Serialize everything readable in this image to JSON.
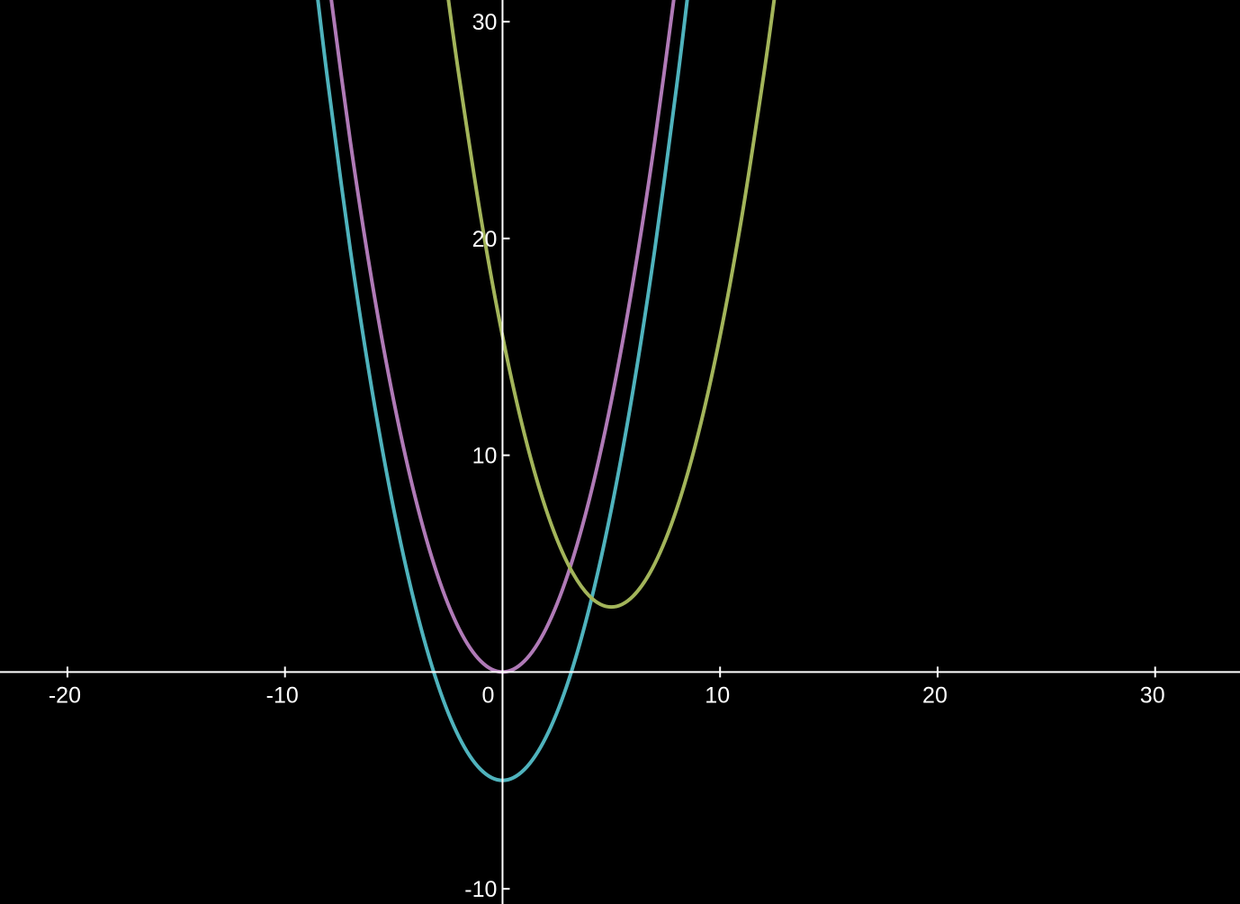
{
  "chart_data": {
    "type": "line",
    "title": "",
    "xlabel": "",
    "ylabel": "",
    "background": "#000000",
    "axis_color": "#ffffff",
    "grid": false,
    "legend": "none",
    "xlim": [
      -23.1,
      33.9
    ],
    "ylim": [
      -10.7,
      31.0
    ],
    "x_ticks": [
      {
        "value": -20,
        "label": "-20"
      },
      {
        "value": -10,
        "label": "-10"
      },
      {
        "value": 0,
        "label": "0"
      },
      {
        "value": 10,
        "label": "10"
      },
      {
        "value": 20,
        "label": "20"
      },
      {
        "value": 30,
        "label": "30"
      }
    ],
    "y_ticks": [
      {
        "value": -10,
        "label": "-10"
      },
      {
        "value": 10,
        "label": "10"
      },
      {
        "value": 20,
        "label": "20"
      },
      {
        "value": 30,
        "label": "30"
      }
    ],
    "series": [
      {
        "color": "#4fb3bd",
        "x": [
          -8.5,
          -8,
          -7,
          -6,
          -5,
          -4,
          -3,
          -2,
          -1,
          0,
          1,
          2,
          3,
          4,
          5,
          6,
          7,
          8,
          8.5
        ],
        "y": [
          31.1,
          27,
          19.5,
          13,
          7.5,
          3,
          -0.5,
          -3,
          -4.5,
          -5,
          -4.5,
          -3,
          -0.5,
          3,
          7.5,
          13,
          19.5,
          27,
          31.1
        ]
      },
      {
        "color": "#b07ab7",
        "x": [
          -8,
          -7,
          -6,
          -5,
          -4,
          -3,
          -2,
          -1,
          0,
          1,
          2,
          3,
          4,
          5,
          6,
          7,
          8
        ],
        "y": [
          32,
          24.5,
          18,
          12.5,
          8,
          4.5,
          2,
          0.5,
          0,
          0.5,
          2,
          4.5,
          8,
          12.5,
          18,
          24.5,
          32
        ]
      },
      {
        "color": "#a3b55a",
        "x": [
          -2.5,
          -2,
          -1,
          0,
          1,
          2,
          3,
          4,
          5,
          6,
          7,
          8,
          9,
          10,
          11,
          12,
          12.5
        ],
        "y": [
          31.1,
          27.5,
          21,
          15.5,
          11,
          7.5,
          5,
          3.5,
          3,
          3.5,
          5,
          7.5,
          11,
          15.5,
          21,
          27.5,
          31.1
        ]
      }
    ]
  }
}
